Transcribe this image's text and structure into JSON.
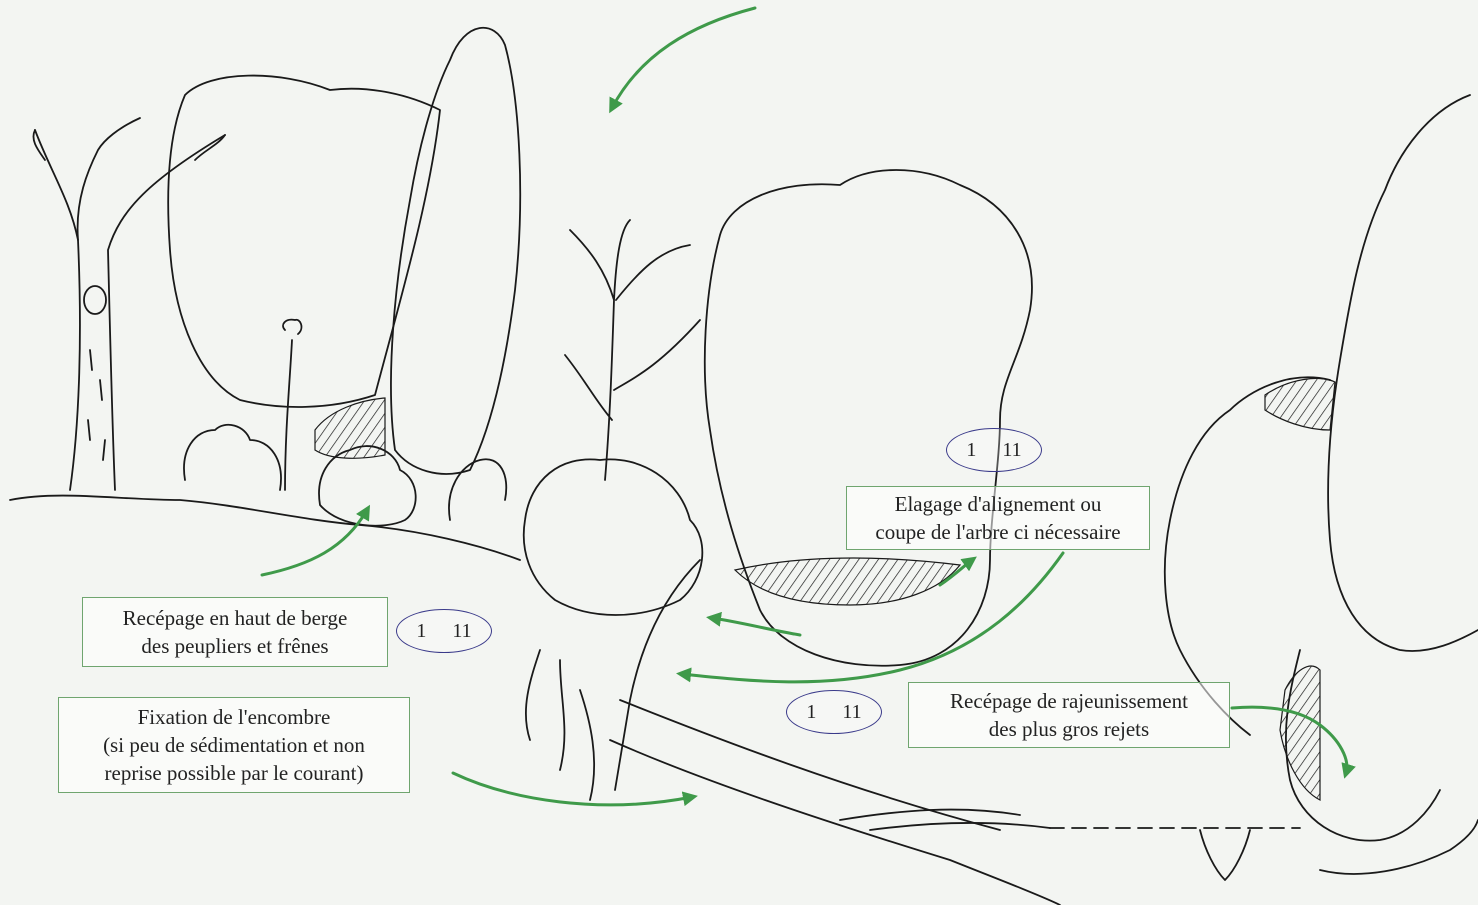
{
  "labels": {
    "recepage_haut": {
      "line1": "Recépage en haut de berge",
      "line2": "des peupliers et frênes"
    },
    "fixation": {
      "line1": "Fixation de l'encombre",
      "line2": "(si peu de sédimentation et non",
      "line3": "reprise possible par le courant)"
    },
    "elagage": {
      "line1": "Elagage d'alignement ou",
      "line2": "coupe de l'arbre ci nécessaire"
    },
    "rajeunissement": {
      "line1": "Recépage de rajeunissement",
      "line2": "des plus gros rejets"
    }
  },
  "codes": {
    "a": {
      "first": "1",
      "second": "11"
    },
    "b": {
      "first": "1",
      "second": "11"
    },
    "c": {
      "first": "1",
      "second": "11"
    }
  },
  "colors": {
    "arrow": "#3f9a4a",
    "ink": "#1a1a1a",
    "label_border": "#6fa56f",
    "code_border": "#3a3a8a"
  }
}
